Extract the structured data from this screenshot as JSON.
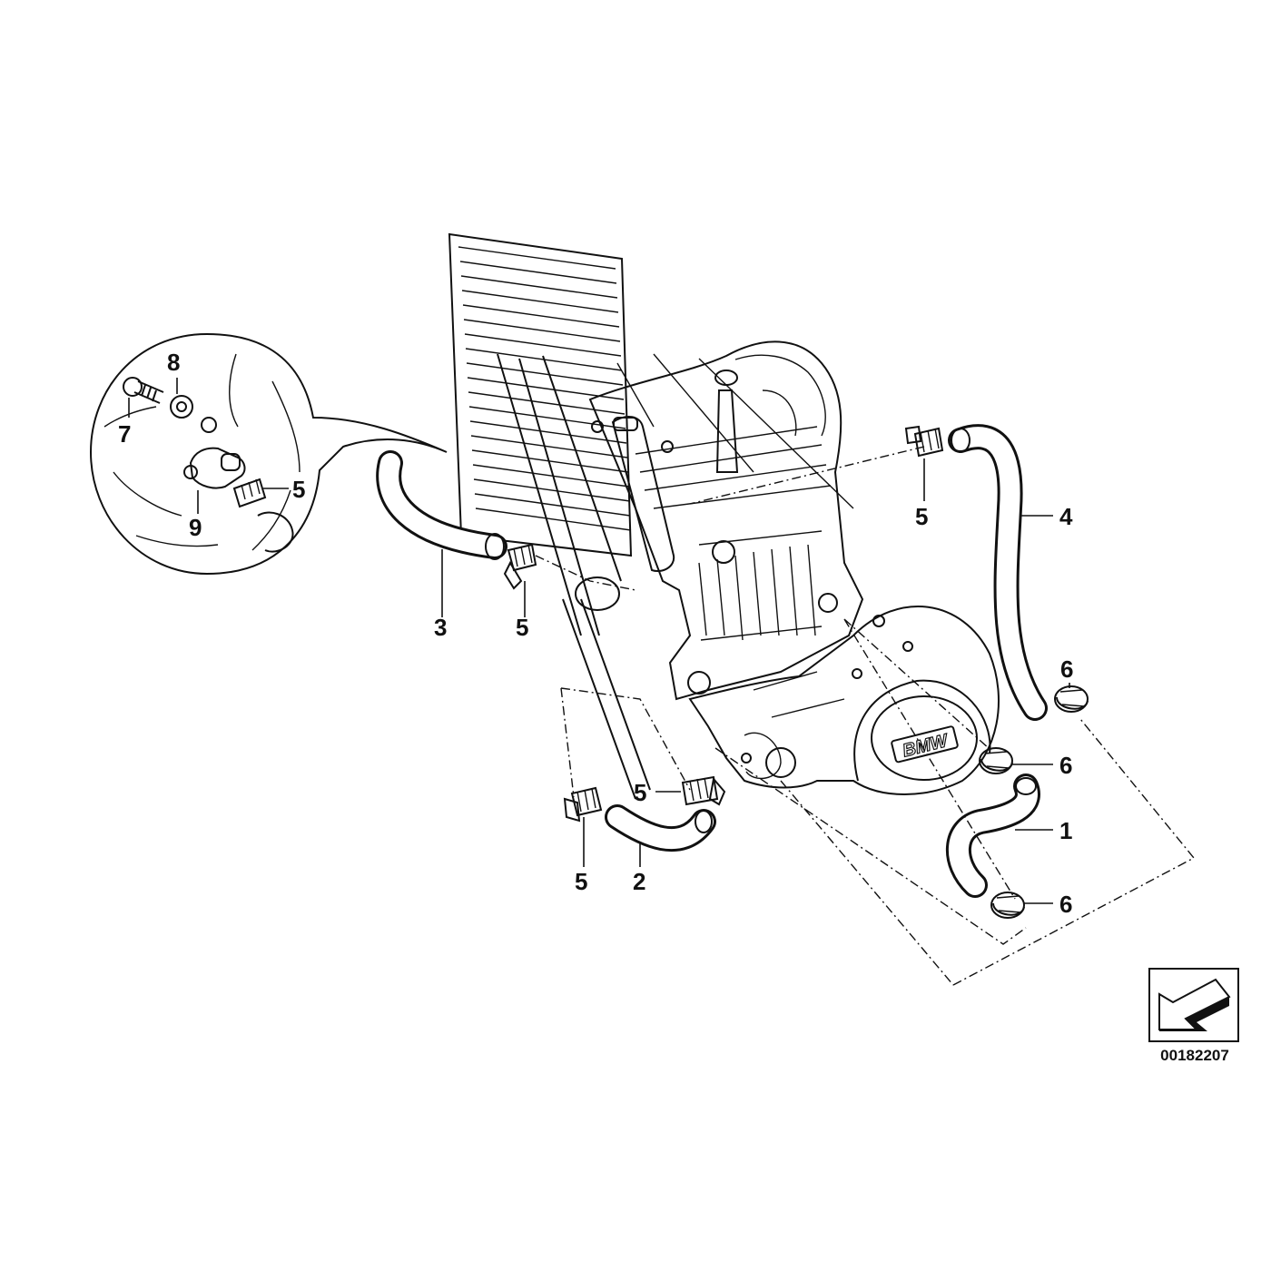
{
  "diagram": {
    "reference_number": "00182207",
    "labels": {
      "hose_1": "1",
      "hose_2": "2",
      "hose_3": "3",
      "hose_4": "4",
      "clamp_a": "5",
      "clamp_b": "5",
      "clamp_c": "5",
      "clamp_d": "5",
      "clamp_e": "5",
      "grommet_a": "6",
      "grommet_b": "6",
      "grommet_c": "6",
      "bolt": "7",
      "washer": "8",
      "fitting": "9"
    },
    "engine_logo": "BMW",
    "icons": [
      "bearing-arrow-icon"
    ]
  }
}
